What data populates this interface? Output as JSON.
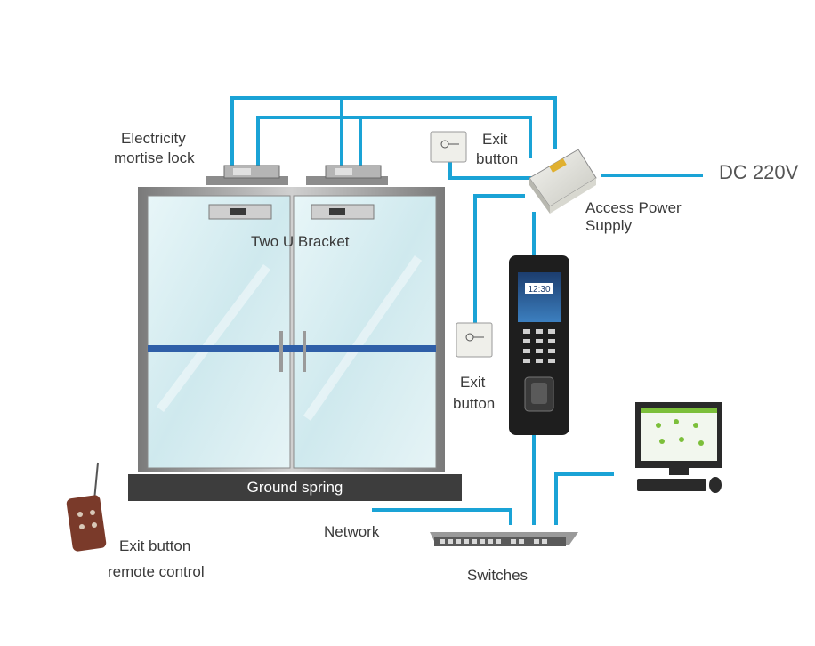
{
  "labels": {
    "electricity_lock_line1": "Electricity",
    "electricity_lock_line2": "mortise lock",
    "exit_button_top_line1": "Exit",
    "exit_button_top_line2": "button",
    "dc_power": "DC 220V",
    "access_power_line1": "Access Power",
    "access_power_line2": "Supply",
    "two_u_bracket": "Two U Bracket",
    "exit_button_mid_line1": "Exit",
    "exit_button_mid_line2": "button",
    "ground_spring": "Ground spring",
    "remote_line1": "Exit button",
    "remote_line2": "remote control",
    "network": "Network",
    "switches": "Switches",
    "clock": "12:30"
  },
  "colors": {
    "wire": "#1aa3d6",
    "door_frame": "#9a9a9a",
    "glass": "#d6eef2",
    "handle_bar": "#2f5fa8",
    "ground_spring": "#3d3d3d",
    "remote_body": "#7a3a2a",
    "terminal_body": "#1e1e1e"
  },
  "icons": {
    "lock": "mortise-lock-icon",
    "exit_button": "exit-button-icon",
    "power_supply": "power-supply-icon",
    "terminal": "fingerprint-terminal-icon",
    "computer": "computer-monitor-icon",
    "switch": "network-switch-icon",
    "remote": "remote-control-icon"
  }
}
